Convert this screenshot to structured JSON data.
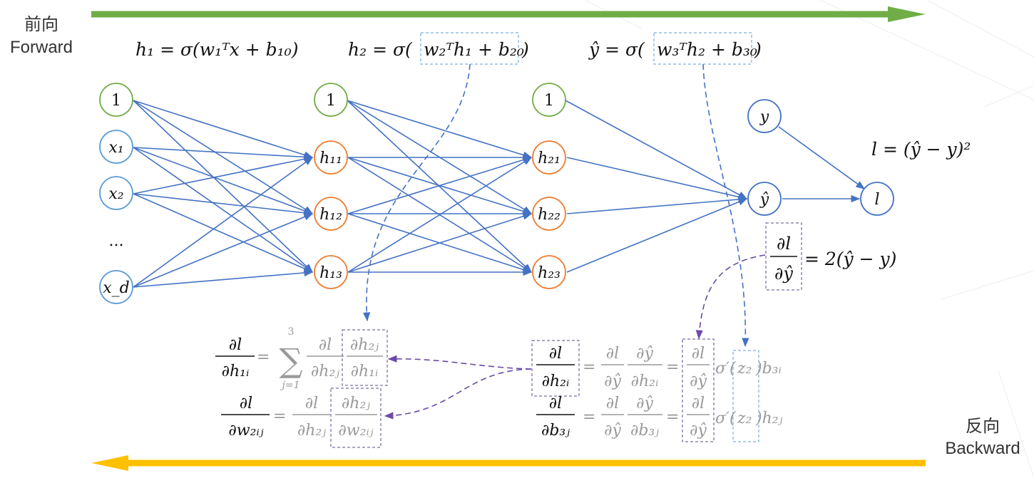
{
  "labels": {
    "forward_cn": "前向",
    "forward_en": "Forward",
    "backward_cn": "反向",
    "backward_en": "Backward"
  },
  "equations": {
    "h1": "h₁ = σ(w₁ᵀx + b₁₀)",
    "h2_left": "h₂ = σ(",
    "h2_box": "w₂ᵀh₁ + b₂₀",
    "h2_right": ")",
    "yhat_left": "ŷ = σ(",
    "yhat_box": "w₃ᵀh₂ + b₃₀",
    "yhat_right": ")",
    "loss": "l = (ŷ − y)²",
    "dl_dyhat_rhs": "= 2(ŷ − y)"
  },
  "nodes": {
    "bias": "1",
    "x1": "x₁",
    "x2": "x₂",
    "xdots": "...",
    "xd": "x_d",
    "h11": "h₁₁",
    "h12": "h₁₂",
    "h13": "h₁₃",
    "h21": "h₂₁",
    "h22": "h₂₂",
    "h23": "h₂₃",
    "y": "y",
    "yhat": "ŷ",
    "l": "l"
  },
  "colors": {
    "forward_arrow": "#70AD47",
    "backward_arrow": "#FFC000",
    "edge": "#4472C4",
    "bias_node": "#70AD47",
    "input_node": "#5B9BD5",
    "hidden_node": "#ED7D31",
    "dashed_link": "#4472C4",
    "dashed_purple": "#6A4BA8",
    "grey_text": "#9A9A9A"
  }
}
